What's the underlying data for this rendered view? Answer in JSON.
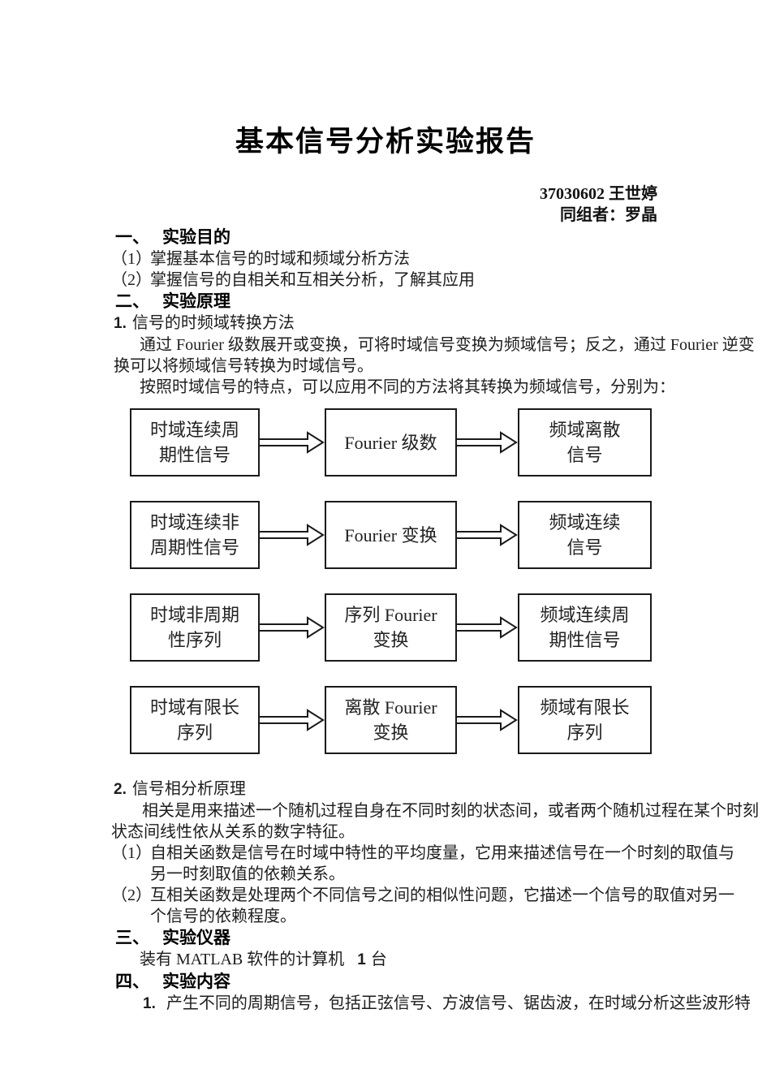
{
  "doc": {
    "title": "基本信号分析实验报告",
    "author_line": "37030602 王世婷",
    "teammate_line": "同组者：罗晶"
  },
  "section1": {
    "num": "一、",
    "title": "实验目的",
    "items": [
      {
        "num": "（1）",
        "text": "掌握基本信号的时域和频域分析方法"
      },
      {
        "num": "（2）",
        "text": "掌握信号的自相关和互相关分析，了解其应用"
      }
    ]
  },
  "section2": {
    "num": "二、",
    "title": "实验原理",
    "sub1_num": "1.",
    "sub1_title": "信号的时频域转换方法",
    "p1_line1": "通过 Fourier 级数展开或变换，可将时域信号变换为频域信号；反之，通过 Fourier 逆变",
    "p1_line2": "换可以将频域信号转换为时域信号。",
    "p2": "按照时域信号的特点，可以应用不同的方法将其转换为频域信号，分别为：",
    "sub2_num": "2.",
    "sub2_title": "信号相分析原理",
    "p3_line1": "相关是用来描述一个随机过程自身在不同时刻的状态间，或者两个随机过程在某个时刻",
    "p3_line2": "状态间线性依从关系的数字特征。",
    "items": [
      {
        "num": "（1）",
        "line1": "自相关函数是信号在时域中特性的平均度量，它用来描述信号在一个时刻的取值与",
        "line2": "另一时刻取值的依赖关系。"
      },
      {
        "num": "（2）",
        "line1": "互相关函数是处理两个不同信号之间的相似性问题，它描述一个信号的取值对另一",
        "line2": "个信号的依赖程度。"
      }
    ]
  },
  "flowchart": {
    "rows": [
      {
        "left1": "时域连续周",
        "left2": "期性信号",
        "mid1": "Fourier 级数",
        "mid2": "",
        "right1": "频域离散",
        "right2": "信号"
      },
      {
        "left1": "时域连续非",
        "left2": "周期性信号",
        "mid1": "Fourier 变换",
        "mid2": "",
        "right1": "频域连续",
        "right2": "信号"
      },
      {
        "left1": "时域非周期",
        "left2": "性序列",
        "mid1": "序列 Fourier",
        "mid2": "变换",
        "right1": "频域连续周",
        "right2": "期性信号"
      },
      {
        "left1": "时域有限长",
        "left2": "序列",
        "mid1": "离散 Fourier",
        "mid2": "变换",
        "right1": "频域有限长",
        "right2": "序列"
      }
    ]
  },
  "section3": {
    "num": "三、",
    "title": "实验仪器",
    "body_text": "装有 MATLAB 软件的计算机",
    "qty": "1",
    "unit": "台"
  },
  "section4": {
    "num": "四、",
    "title": "实验内容",
    "item_num": "1.",
    "item_text": "产生不同的周期信号，包括正弦信号、方波信号、锯齿波，在时域分析这些波形特"
  }
}
